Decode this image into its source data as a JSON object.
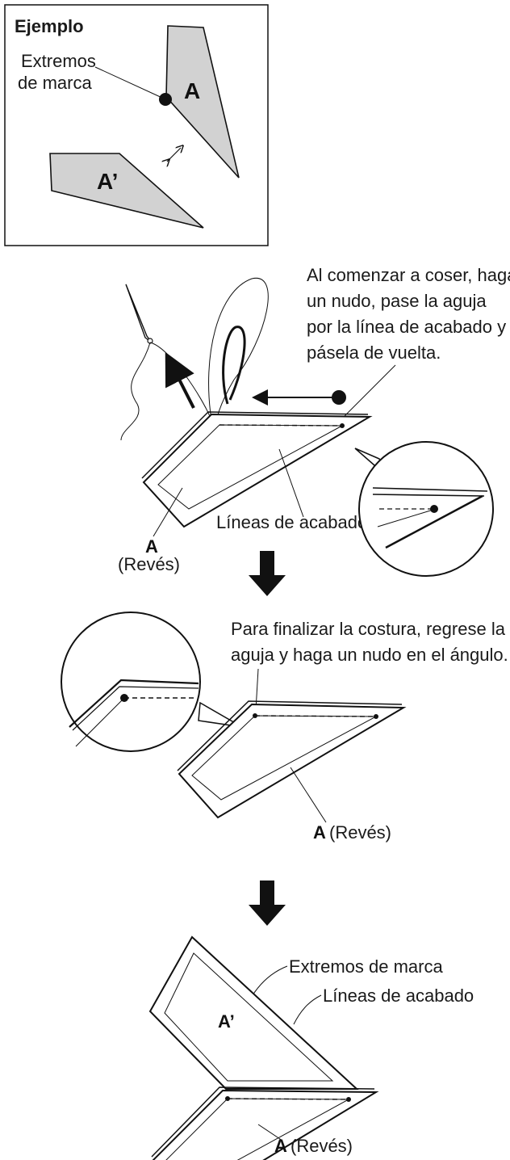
{
  "example": {
    "title": "Ejemplo",
    "mark_label_line1": "Extremos",
    "mark_label_line2": "de marca",
    "piece_a": "A",
    "piece_a_prime": "A’"
  },
  "step1": {
    "note_line1": "Al comenzar a coser, haga",
    "note_line2": "un nudo, pase la aguja",
    "note_line3": "por la línea de acabado y",
    "note_line4": "pásela de vuelta.",
    "finish_lines_label": "Líneas de acabado",
    "piece_label": "A",
    "reverse_label": "(Revés)"
  },
  "step2": {
    "note_line1": "Para finalizar la costura, regrese la",
    "note_line2": "aguja y haga un nudo en el ángulo.",
    "piece_label": "A",
    "reverse_label": "(Revés)"
  },
  "step3": {
    "marks_label": "Extremos de marca",
    "finish_lines_label": "Líneas de acabado",
    "piece_a_prime": "A’",
    "piece_label": "A",
    "reverse_label": "(Revés)"
  },
  "colors": {
    "piece_fill": "#d2d2d2",
    "ink": "#111111"
  }
}
